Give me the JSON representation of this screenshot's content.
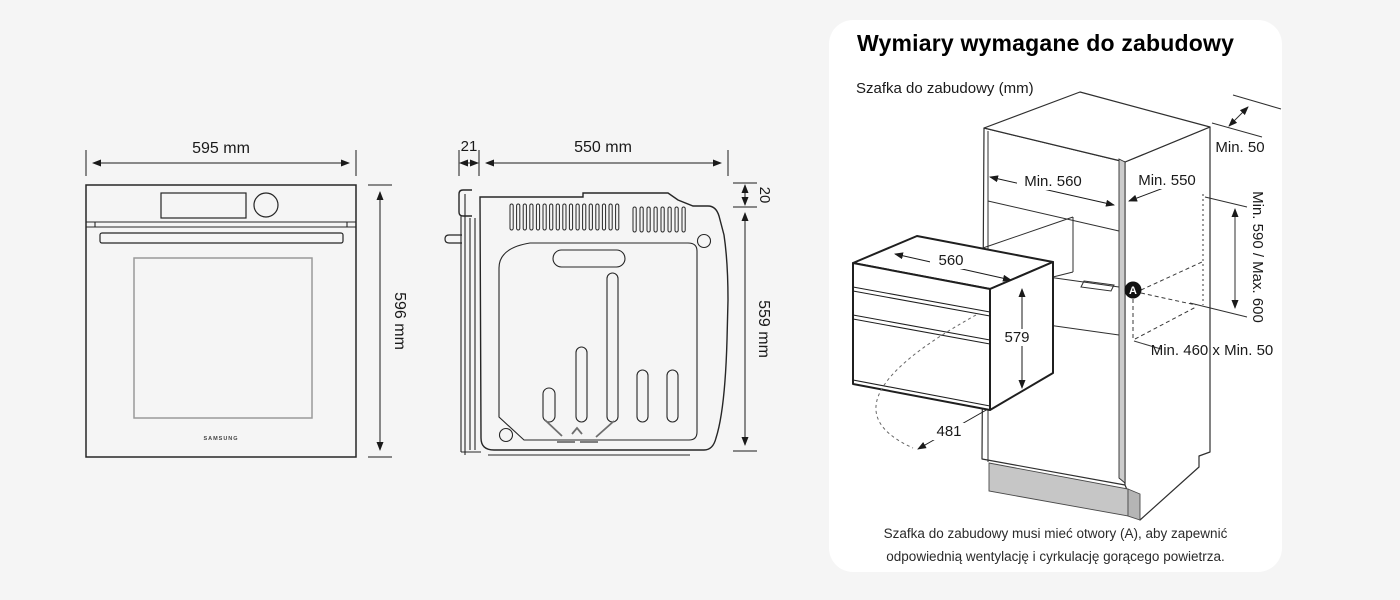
{
  "panel": {
    "title": "Wymiary wymagane do zabudowy",
    "subtitle": "Szafka do zabudowy (mm)",
    "caption_line1": "Szafka do zabudowy musi mieć otwory (A), aby zapewnić",
    "caption_line2": "odpowiednią wentylację i cyrkulację gorącego powietrza."
  },
  "front_view": {
    "width_label": "595 mm",
    "height_label": "596 mm",
    "brand": "SAMSUNG"
  },
  "side_view": {
    "door_gap_label": "21",
    "depth_label": "550 mm",
    "top_gap_label": "20",
    "height_label": "559 mm"
  },
  "cabinet_view": {
    "top_clearance_label": "Min. 50",
    "niche_width_label": "Min. 560",
    "niche_depth_label": "Min. 550",
    "niche_height_label": "Min. 590 / Max. 600",
    "vent_label": "Min. 460 x Min. 50",
    "marker_label": "A",
    "oven_width_label": "560",
    "oven_height_label": "579",
    "door_swing_label": "481"
  },
  "colors": {
    "background": "#f5f5f5",
    "card": "#ffffff",
    "line": "#2a2a2a",
    "badge": "#111111",
    "kick_panel": "#c6c6c6",
    "stile": "#cccccc"
  }
}
